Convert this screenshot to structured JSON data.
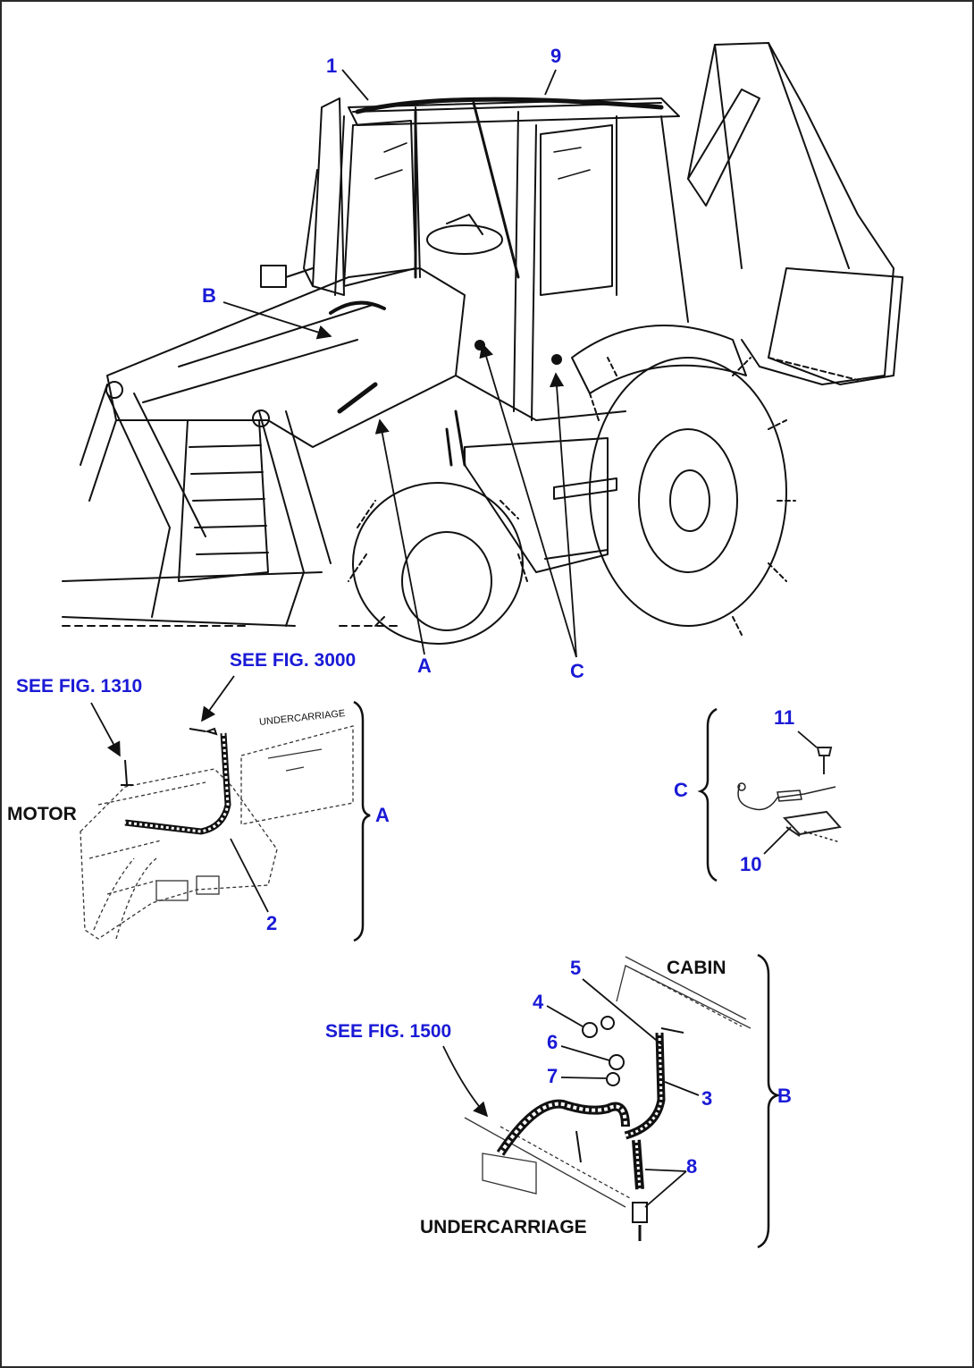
{
  "colors": {
    "callout": "#1a1ad6",
    "linework": "#111111",
    "background": "#ffffff"
  },
  "main_view": {
    "callouts": {
      "p1": "1",
      "p9": "9",
      "B": "B",
      "A": "A",
      "C": "C"
    }
  },
  "detail_a": {
    "see_fig_1310": "SEE FIG. 1310",
    "see_fig_3000": "SEE FIG. 3000",
    "motor": "MOTOR",
    "undercarriage": "UNDERCARRIAGE",
    "p2": "2",
    "brace": "A"
  },
  "detail_c": {
    "p11": "11",
    "p10": "10",
    "brace": "C"
  },
  "detail_b": {
    "cabin": "CABIN",
    "see_fig_1500": "SEE FIG. 1500",
    "undercarriage": "UNDERCARRIAGE",
    "p3": "3",
    "p4": "4",
    "p5": "5",
    "p6": "6",
    "p7": "7",
    "p8": "8",
    "brace": "B"
  }
}
